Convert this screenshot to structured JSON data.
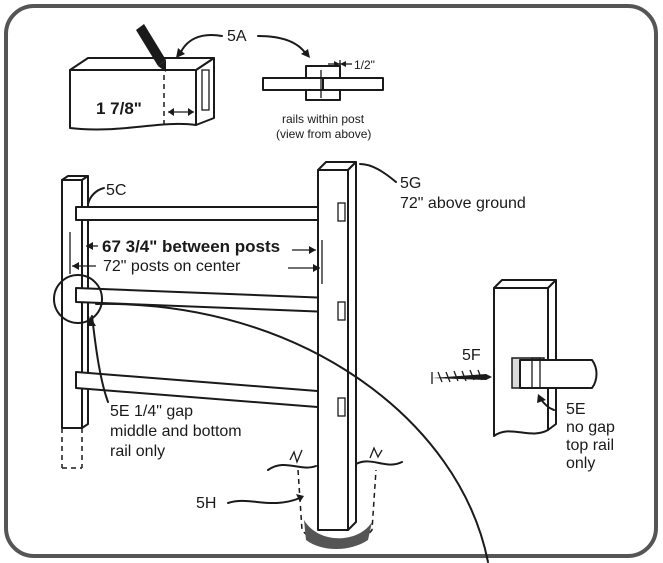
{
  "labels": {
    "step_5a": "5A",
    "rail_depth": "1 7/8\"",
    "half_inch": "1/2\"",
    "rails_within_post_line1": "rails within post",
    "rails_within_post_line2": "(view from above)",
    "step_5c": "5C",
    "step_5g": "5G",
    "height_above_ground": "72\" above ground",
    "between_posts": "67 3/4\" between posts",
    "on_center": "72\" posts on center",
    "step_5e_gap_line1": "5E 1/4\" gap",
    "step_5e_gap_line2": "middle and bottom",
    "step_5e_gap_line3": "rail only",
    "step_5f": "5F",
    "step_5e_nogap_line1": "5E",
    "step_5e_nogap_line2": "no gap",
    "step_5e_nogap_line3": "top rail",
    "step_5e_nogap_line4": "only",
    "step_5h": "5H"
  },
  "colors": {
    "ink": "#1a1a1a",
    "frame": "#555555",
    "background": "#ffffff"
  }
}
